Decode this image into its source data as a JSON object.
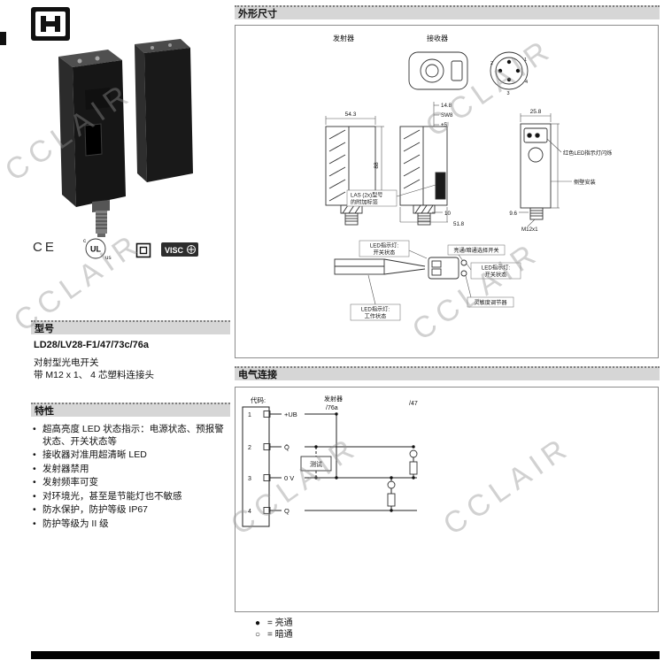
{
  "watermark": {
    "text": "CCLAIR"
  },
  "left": {
    "model": {
      "title": "型号",
      "name": "LD28/LV28-F1/47/73c/76a",
      "desc1": "对射型光电开关",
      "desc2": "带 M12 x 1、 4 芯塑料连接头"
    },
    "features": {
      "title": "特性",
      "items": [
        "超高亮度 LED 状态指示：电源状态、预报警状态、开关状态等",
        "接收器对准用超清晰 LED",
        "发射器禁用",
        "发射频率可变",
        "对环境光，甚至是节能灯也不敏感",
        "防水保护，防护等级 IP67",
        "防护等级为 II 级"
      ]
    },
    "certs": {
      "ce": "CE",
      "ul_main": "UL",
      "ul_c": "c",
      "ul_us": "us",
      "visco": "VISC"
    }
  },
  "dims": {
    "title": "外形尺寸",
    "emitter_label": "发射器",
    "receiver_label": "接收器",
    "d_543": "54.3",
    "d_148": "14.8",
    "d_sw8": "SW8",
    "d_pm5": "±5",
    "d_88": "88",
    "d_258": "25.8",
    "d_96": "9.6",
    "d_m12": "M12x1",
    "d_10": "10",
    "d_518": "51.8",
    "pin1": "1",
    "pin2": "2",
    "pin3": "3",
    "pin4": "4",
    "ann_red_led": "红色LED指示灯闪烁",
    "ann_side_mount": "侧壁安装",
    "ann_las_1": "LAS (2x)型号",
    "ann_las_2": "的附加标签",
    "ann_led_sw_1": "LED指示灯:",
    "ann_led_sw_2": "开关状态",
    "ann_select": "亮通/暗通选择开关",
    "ann_led_sw_r_1": "LED指示灯:",
    "ann_led_sw_r_2": "开关状态",
    "ann_led_op_1": "LED指示灯:",
    "ann_led_op_2": "工作状态",
    "ann_sens": "灵敏度调节器"
  },
  "elec": {
    "title": "电气连接",
    "code_label": "代码:",
    "emitter_label": "发射器",
    "emitter_variant": "/76a",
    "receiver_variant": "/47",
    "test_label": "测试",
    "pins": [
      {
        "num": "1",
        "label": "+UB"
      },
      {
        "num": "2",
        "label": "Q̄"
      },
      {
        "num": "3",
        "label": "0 V"
      },
      {
        "num": "4",
        "label": "Q"
      }
    ],
    "legend": [
      {
        "symbol": "●",
        "text": "=  亮通"
      },
      {
        "symbol": "○",
        "text": "=  暗通"
      }
    ]
  }
}
